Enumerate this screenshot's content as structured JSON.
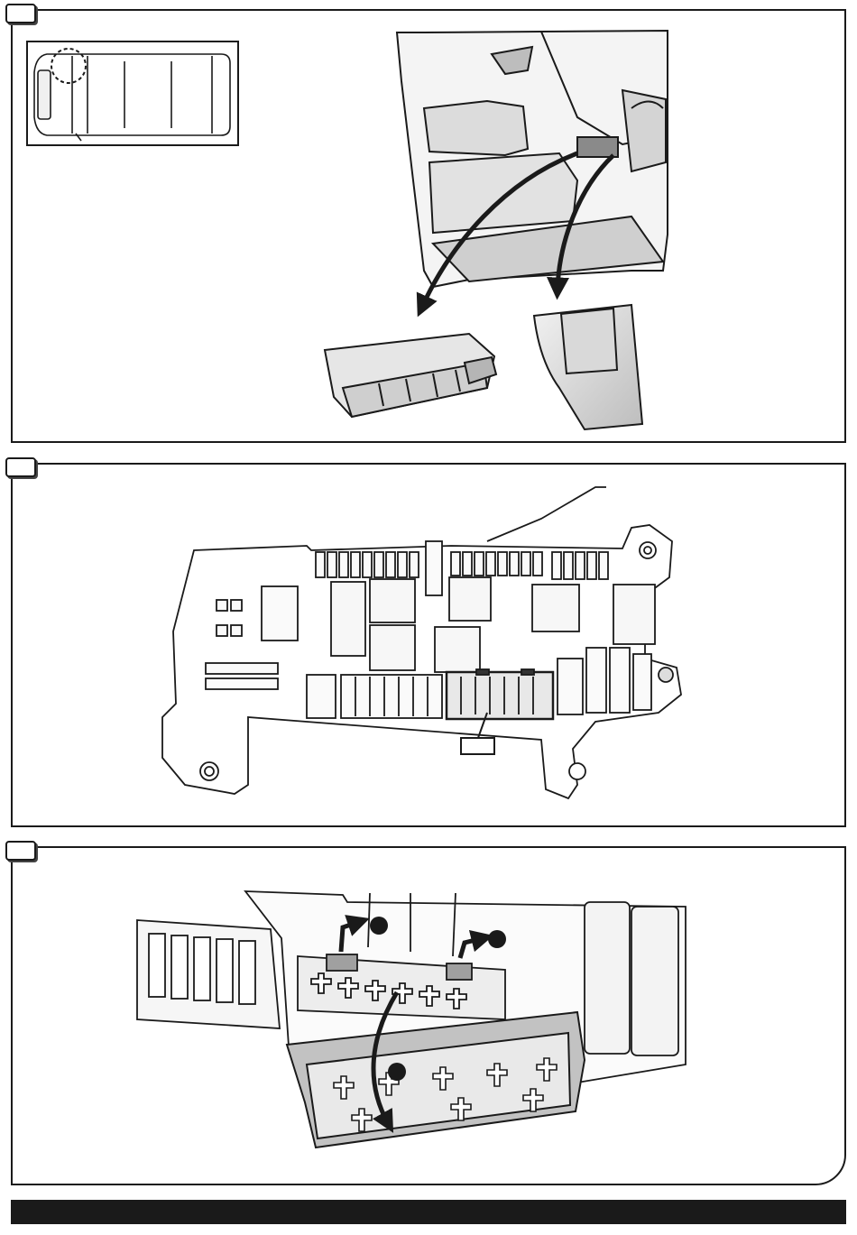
{
  "document": {
    "type": "installation-instructions-page",
    "panels": [
      {
        "id": 1,
        "tab_label": "",
        "content": "fuse-box-location"
      },
      {
        "id": 2,
        "tab_label": "",
        "content": "fuse-box-overview",
        "callout_label": ""
      },
      {
        "id": 3,
        "tab_label": "",
        "content": "fuse-cover-removal"
      }
    ],
    "footer": {
      "text": ""
    }
  },
  "colors": {
    "line": "#1a1a1a",
    "panel_fill": "#ffffff",
    "shade_light": "#e6e6e6",
    "shade_mid": "#c8c8c8",
    "shade_dark": "#9a9a9a",
    "footer_bar": "#1a1a1a"
  },
  "icons": [
    "van-top-view-icon",
    "arrow-icon",
    "fuse-icon",
    "relay-icon"
  ]
}
